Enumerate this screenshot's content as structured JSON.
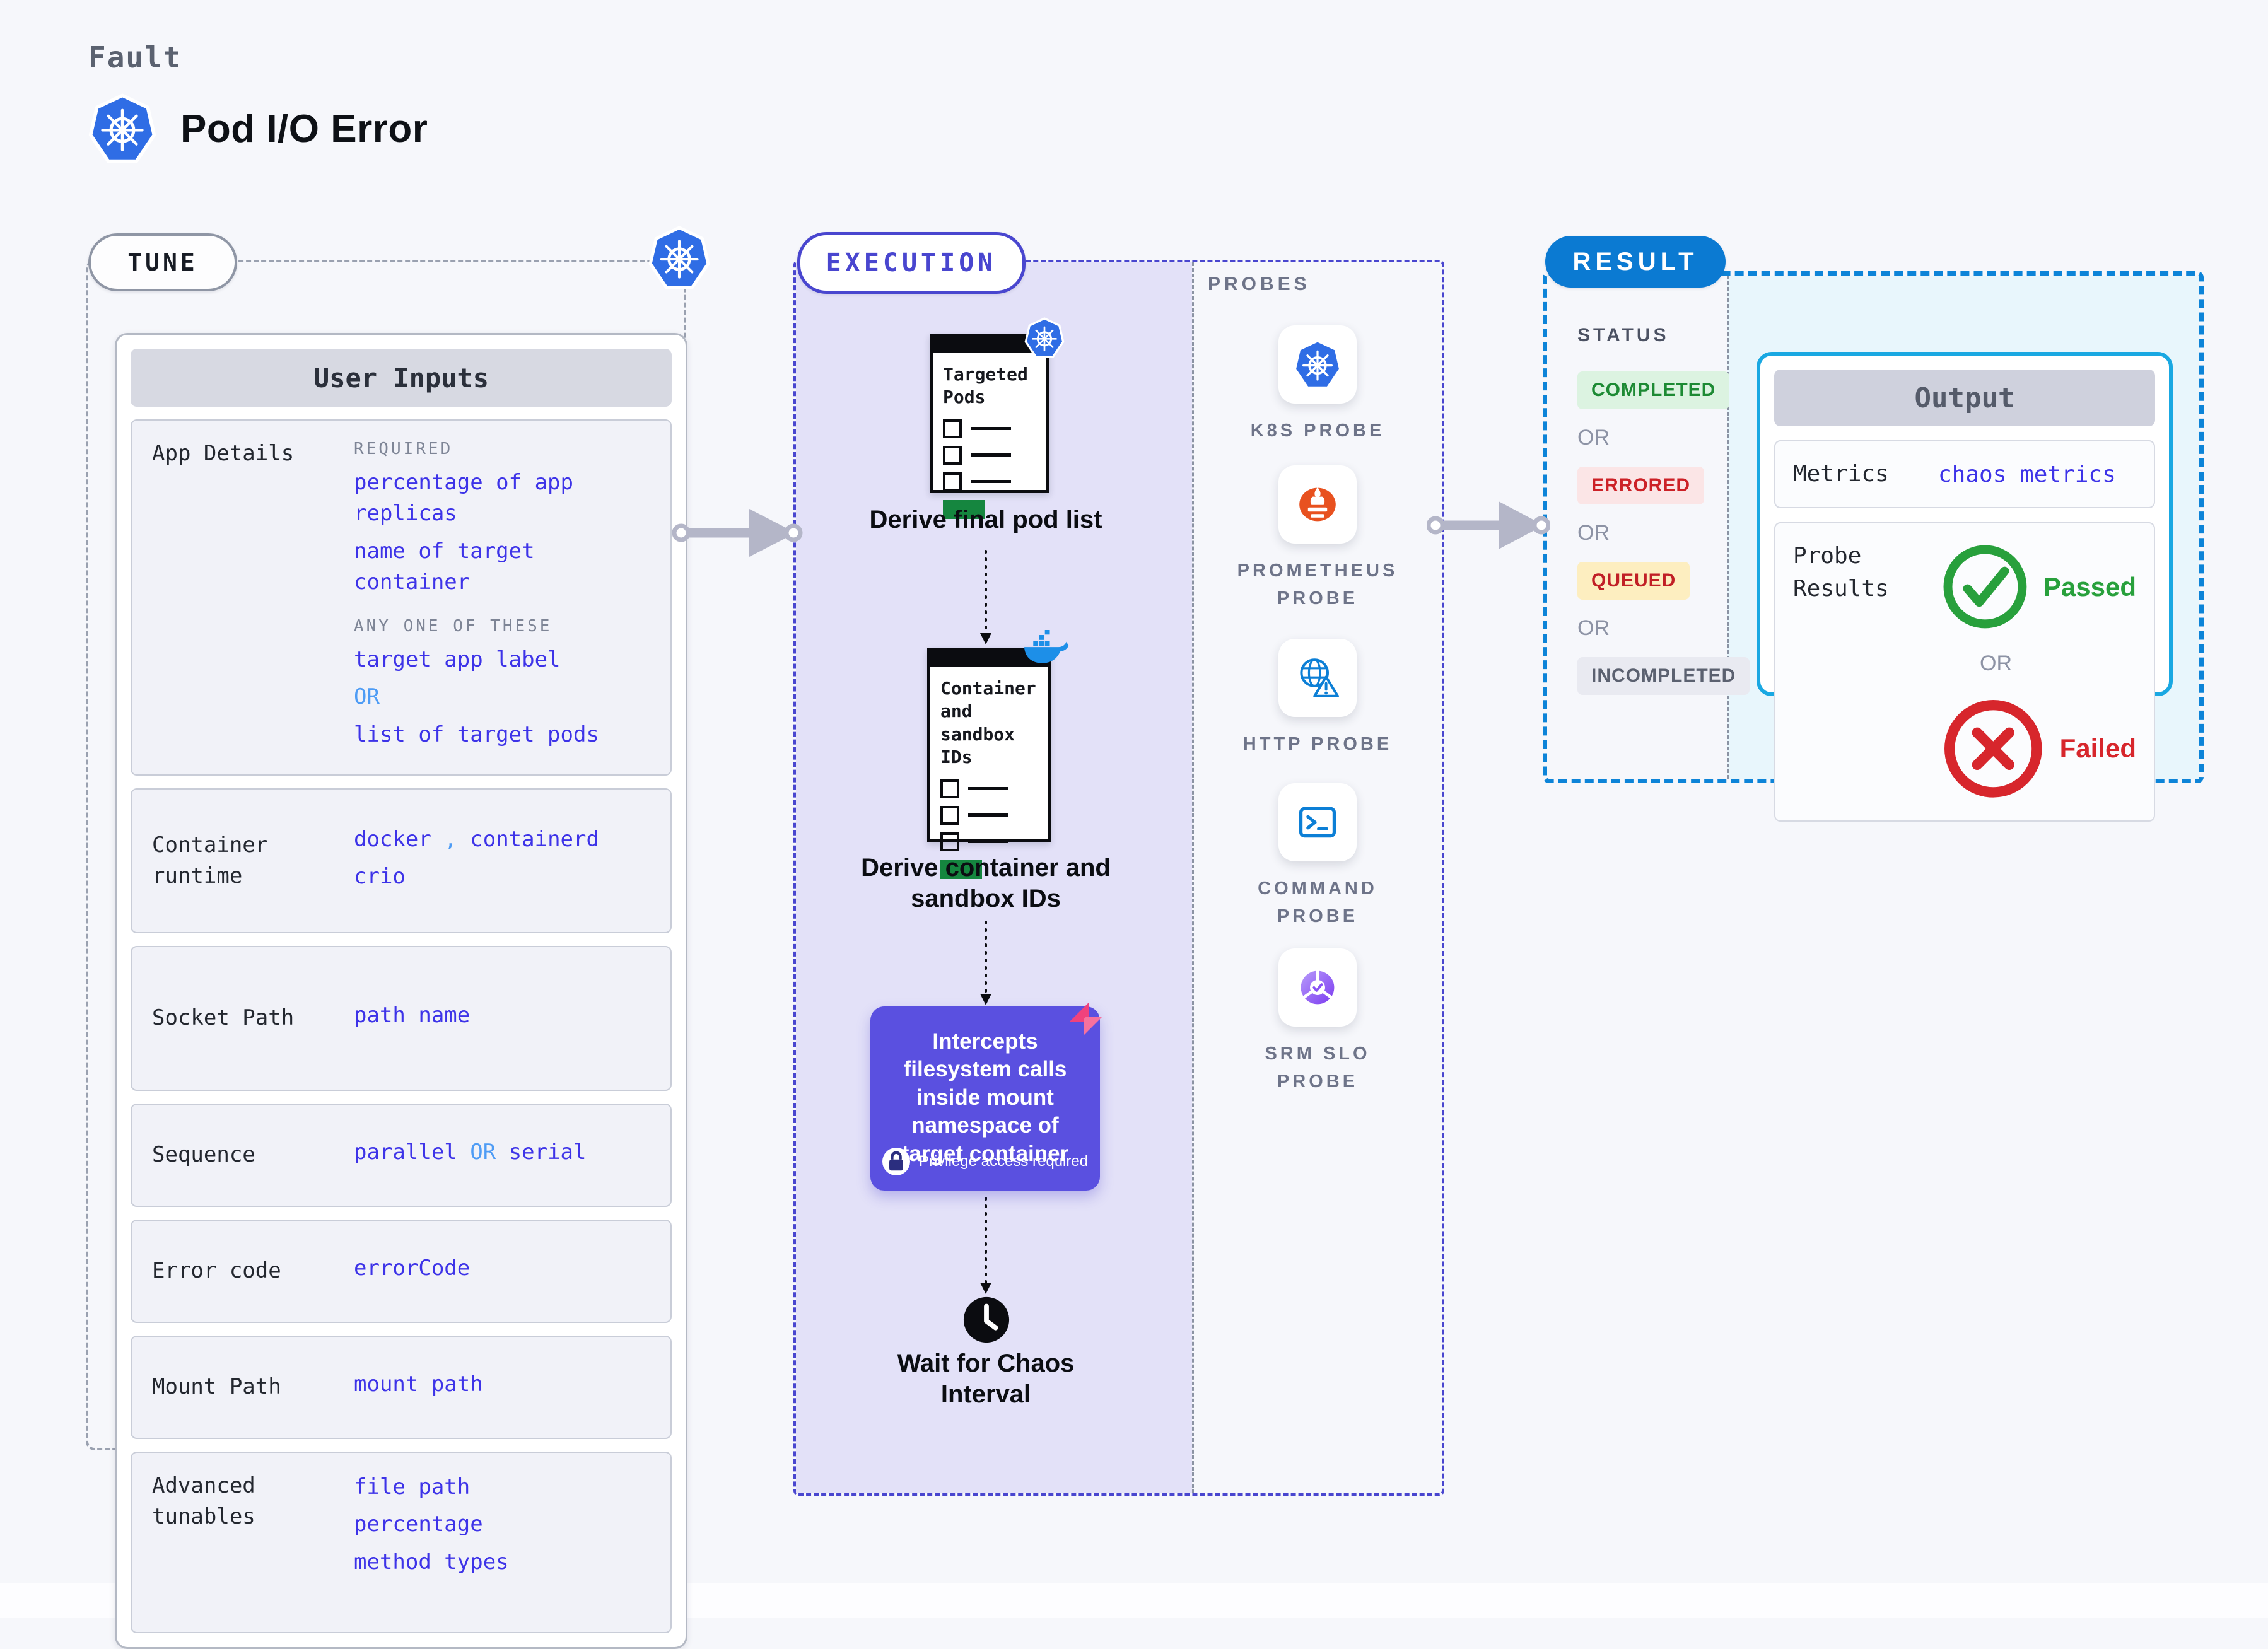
{
  "header": {
    "eyebrow": "Fault",
    "title": "Pod I/O Error",
    "icon": "kubernetes"
  },
  "tune": {
    "pill": "TUNE",
    "card_title": "User Inputs",
    "rows": [
      {
        "label": "App Details",
        "size": "",
        "lines": [
          {
            "type": "caption",
            "text": "REQUIRED"
          },
          {
            "type": "value",
            "text": "percentage of app replicas"
          },
          {
            "type": "value",
            "text": "name of target container"
          },
          {
            "type": "caption",
            "text": "ANY ONE OF THESE",
            "gap_before": true
          },
          {
            "type": "value",
            "text": "target app label"
          },
          {
            "type": "or",
            "text": "OR"
          },
          {
            "type": "value",
            "text": "list of target pods"
          }
        ]
      },
      {
        "label": "Container runtime",
        "size": "mh170",
        "lines": [
          {
            "type": "segments",
            "parts": [
              {
                "text": "docker ",
                "style": "value"
              },
              {
                "text": ", ",
                "style": "or"
              },
              {
                "text": "containerd",
                "style": "value"
              }
            ]
          },
          {
            "type": "value",
            "text": "crio"
          }
        ]
      },
      {
        "label": "Socket Path",
        "size": "mh170",
        "lines": [
          {
            "type": "value",
            "text": "path name"
          }
        ]
      },
      {
        "label": "Sequence",
        "size": "mh104",
        "lines": [
          {
            "type": "segments",
            "parts": [
              {
                "text": "parallel ",
                "style": "value"
              },
              {
                "text": "OR",
                "style": "or"
              },
              {
                "text": " serial",
                "style": "value"
              }
            ]
          }
        ]
      },
      {
        "label": "Error code",
        "size": "mh104",
        "lines": [
          {
            "type": "value",
            "text": "errorCode"
          }
        ]
      },
      {
        "label": "Mount Path",
        "size": "mh104",
        "lines": [
          {
            "type": "value",
            "text": "mount path"
          }
        ]
      },
      {
        "label": "Advanced tunables",
        "size": "mh228",
        "lines": [
          {
            "type": "value",
            "text": "file path"
          },
          {
            "type": "value",
            "text": "percentage"
          },
          {
            "type": "value",
            "text": "method types"
          }
        ]
      }
    ]
  },
  "execution": {
    "pill": "EXECUTION",
    "steps": [
      {
        "kind": "clipboard",
        "title": "Targeted Pods",
        "badge": "kubernetes",
        "caption": "Derive final pod list"
      },
      {
        "kind": "clipboard",
        "title": "Container and sandbox IDs",
        "badge": "docker",
        "caption": "Derive container and sandbox IDs"
      },
      {
        "kind": "callout",
        "text": "Intercepts filesystem calls inside mount namespace of target container",
        "badge": "litmus",
        "note": "Privilege access required",
        "note_icon": "lock"
      },
      {
        "kind": "wait",
        "icon": "clock",
        "caption": "Wait for Chaos Interval"
      }
    ]
  },
  "probes": {
    "title": "PROBES",
    "items": [
      {
        "icon": "kubernetes",
        "lines": [
          "K8S PROBE"
        ]
      },
      {
        "icon": "prometheus",
        "lines": [
          "PROMETHEUS",
          "PROBE"
        ]
      },
      {
        "icon": "http",
        "lines": [
          "HTTP PROBE"
        ]
      },
      {
        "icon": "command",
        "lines": [
          "COMMAND",
          "PROBE"
        ]
      },
      {
        "icon": "srm",
        "lines": [
          "SRM SLO",
          "PROBE"
        ]
      }
    ]
  },
  "result": {
    "pill": "RESULT",
    "status": {
      "heading": "STATUS",
      "or": "OR",
      "badges": [
        {
          "text": "COMPLETED",
          "style": "green"
        },
        {
          "text": "ERRORED",
          "style": "red"
        },
        {
          "text": "QUEUED",
          "style": "yellow"
        },
        {
          "text": "INCOMPLETED",
          "style": "gray"
        }
      ]
    },
    "output": {
      "title": "Output",
      "metrics_label": "Metrics",
      "metrics_value": "chaos metrics",
      "probe_results_label": "Probe Results",
      "passed": "Passed",
      "or": "OR",
      "failed": "Failed"
    }
  },
  "colors": {
    "page_bg": "#f6f7fb",
    "value_indigo": "#3d33e8",
    "or_blue": "#4e9cf5",
    "execution_indigo": "#4946cf",
    "lavender": "#e3e1f8",
    "callout_purple": "#5a50e0",
    "result_blue": "#0b7ad2",
    "result_cyan_bg": "#e8f6fc",
    "output_border": "#19a8e2",
    "kubernetes_blue": "#2f6de5",
    "prometheus_orange": "#e8511f",
    "probe_icon_blue": "#0c7fd6",
    "green": "#1d8a34",
    "red": "#cc2127",
    "pink": "#f0427c",
    "clipboard_green_bar": "#15863f",
    "arrow_gray": "#b4b6c8"
  }
}
